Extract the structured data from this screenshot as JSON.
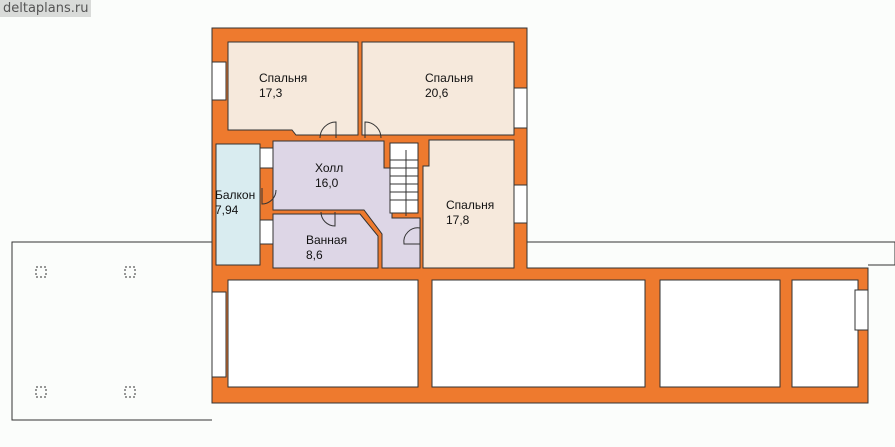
{
  "site_label": "deltaplans.ru",
  "colors": {
    "wall": "#ee7a2e",
    "bedroom": "#f6e9dc",
    "hall": "#ddd6e6",
    "balcony": "#d9ecf0",
    "open": "#ffffff"
  },
  "rooms": [
    {
      "name": "Спальня",
      "area": "17,3"
    },
    {
      "name": "Спальня",
      "area": "20,6"
    },
    {
      "name": "Холл",
      "area": "16,0"
    },
    {
      "name": "Балкон",
      "area": "7,94"
    },
    {
      "name": "Ванная",
      "area": "8,6"
    },
    {
      "name": "Спальня",
      "area": "17,8"
    }
  ]
}
